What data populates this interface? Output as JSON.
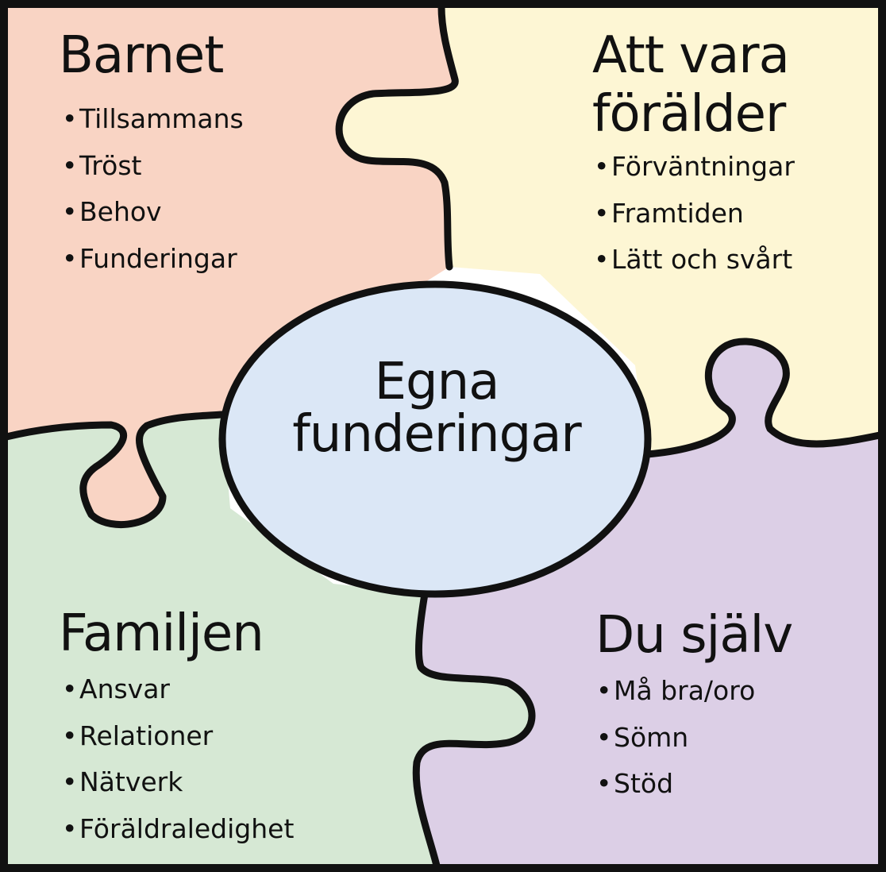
{
  "colors": {
    "barnet": "#f9d4c4",
    "foralder": "#fdf6d4",
    "familjen": "#d6e8d4",
    "sjalv": "#dccfe6",
    "center": "#dbe7f6",
    "outline": "#111111"
  },
  "center": {
    "line1": "Egna",
    "line2": "funderingar"
  },
  "pieces": {
    "barnet": {
      "title": "Barnet",
      "items": [
        "Tillsammans",
        "Tröst",
        "Behov",
        "Funderingar"
      ]
    },
    "foralder": {
      "title_line1": "Att vara",
      "title_line2": "förälder",
      "items": [
        "Förväntningar",
        "Framtiden",
        "Lätt och svårt"
      ]
    },
    "familjen": {
      "title": "Familjen",
      "items": [
        "Ansvar",
        "Relationer",
        "Nätverk",
        "Föräldraledighet"
      ]
    },
    "sjalv": {
      "title": "Du själv",
      "items": [
        "Må bra/oro",
        "Sömn",
        "Stöd"
      ]
    }
  }
}
